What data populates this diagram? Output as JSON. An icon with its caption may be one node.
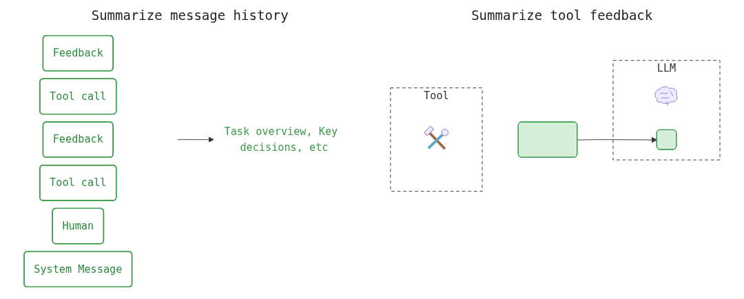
{
  "diagram": {
    "nodes": [
      {
        "text": [
          "Feedback"
        ]
      },
      {
        "text": [
          "Tool call"
        ]
      },
      {
        "text": [
          "Feedback"
        ]
      },
      {
        "text": [
          "Tool call"
        ]
      },
      {
        "text": [
          "Human"
        ]
      },
      {
        "text": [
          "System Message"
        ]
      },
      {
        "text": [
          "Task overview, Key decisions, etc"
        ]
      },
      {
        "text": [
          "LLM"
        ]
      },
      {
        "text": [],
        "shape": "picture",
        "in": 7
      },
      {
        "text": [],
        "shape": "box",
        "in": 7
      },
      {
        "text": [],
        "shape": "box"
      },
      {
        "text": [
          "Tool"
        ]
      },
      {
        "text": [],
        "shape": "picture",
        "in": 11
      }
    ],
    "edges": [
      {
        "from": null,
        "to": 6,
        "arrow": "to"
      },
      {
        "from": 10,
        "to": 9,
        "arrow": "to"
      }
    ],
    "labels": [
      "Summarize message history",
      "Summarize tool feedback"
    ]
  }
}
